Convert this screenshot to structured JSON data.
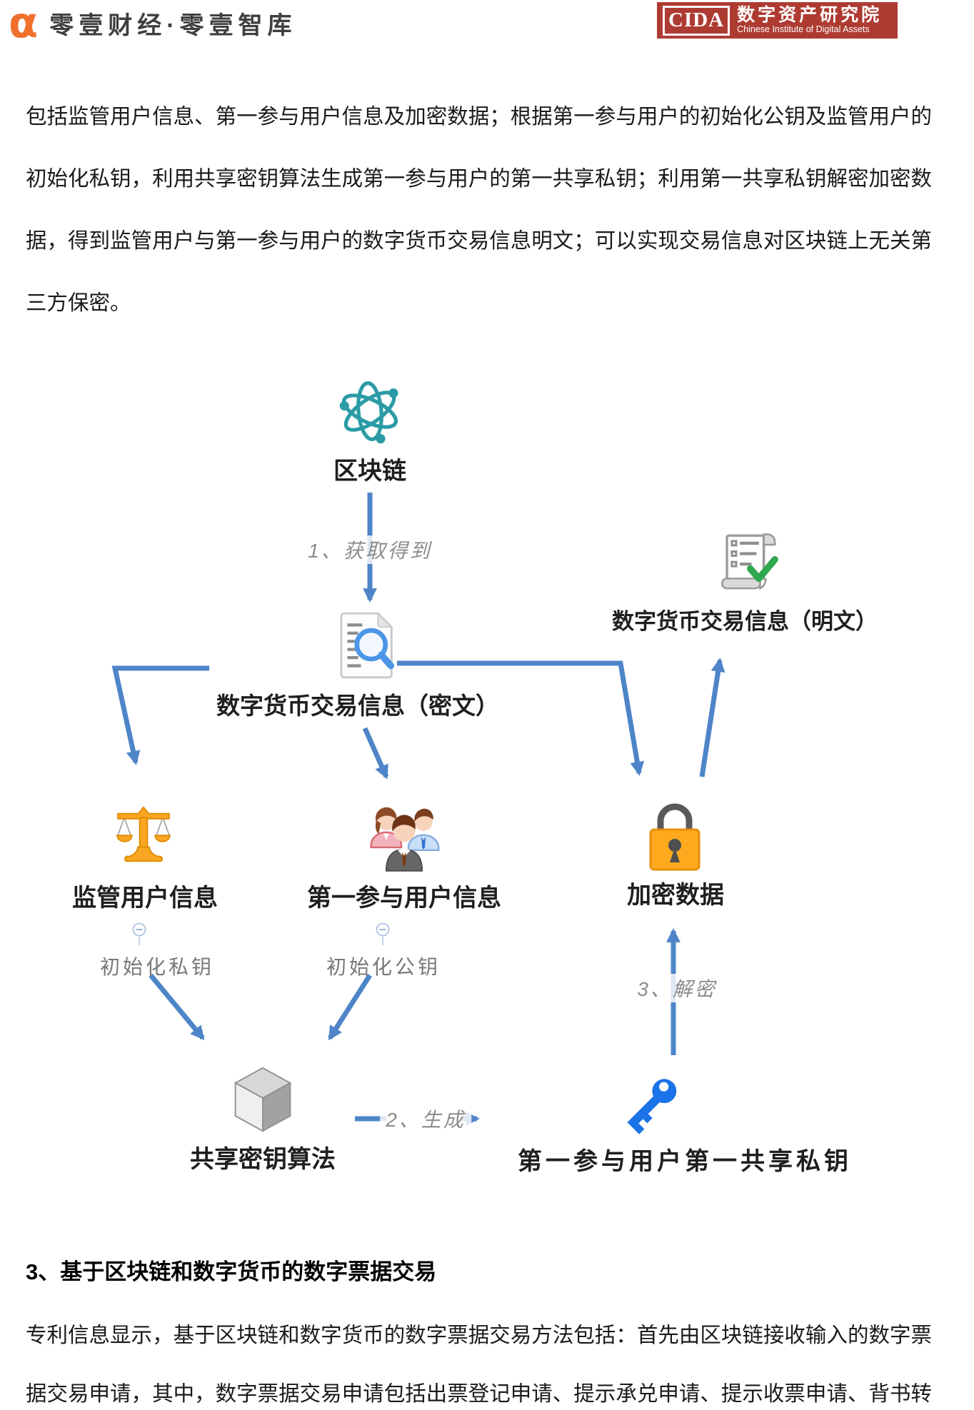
{
  "header": {
    "brand_left": {
      "alpha": "α",
      "name": "零壹财经·零壹智库"
    },
    "brand_right": {
      "acronym": "CIDA",
      "name_cn": "数字资产研究院",
      "name_en": "Chinese Institute of Digital Assets"
    }
  },
  "intro": {
    "lines": [
      "包括监管用户信息、第一参与用户信息及加密数据；根据第一参与用户的初始化公钥及监管用户的",
      "初始化私钥，利用共享密钥算法生成第一参与用户的第一共享私钥；利用第一共享私钥解密加密数",
      "据，得到监管用户与第一参与用户的数字货币交易信息明文；可以实现交易信息对区块链上无关第",
      "三方保密。"
    ]
  },
  "diagram": {
    "blockchain_label": "区块链",
    "cipher_label": "数字货币交易信息（密文）",
    "plain_label": "数字货币交易信息（明文）",
    "regulator_label": "监管用户信息",
    "participant_label": "第一参与用户信息",
    "encrypted_label": "加密数据",
    "init_private_key_label": "初始化私钥",
    "init_public_key_label": "初始化公钥",
    "algorithm_label": "共享密钥算法",
    "shared_key_label": "第一参与用户第一共享私钥",
    "step1_label": "1、获取得到",
    "step2_label": "2、生成",
    "step3_label": "3、解密"
  },
  "section3": {
    "heading": "3、基于区块链和数字货币的数字票据交易",
    "lines": [
      "专利信息显示，基于区块链和数字货币的数字票据交易方法包括：首先由区块链接收输入的数字票",
      "据交易申请，其中，数字票据交易申请包括出票登记申请、提示承兑申请、提示收票申请、背书转"
    ]
  },
  "colors": {
    "arrow_blue": "#4E85C8",
    "atom_teal": "#2B9BA5",
    "orange": "#F9A623",
    "lock_orange": "#FFAA1E",
    "key_blue": "#1A73E8",
    "check_green": "#2FA84F",
    "logo_orange": "#F0712C",
    "logo_red": "#AE3B32",
    "gray_label": "#787878"
  }
}
